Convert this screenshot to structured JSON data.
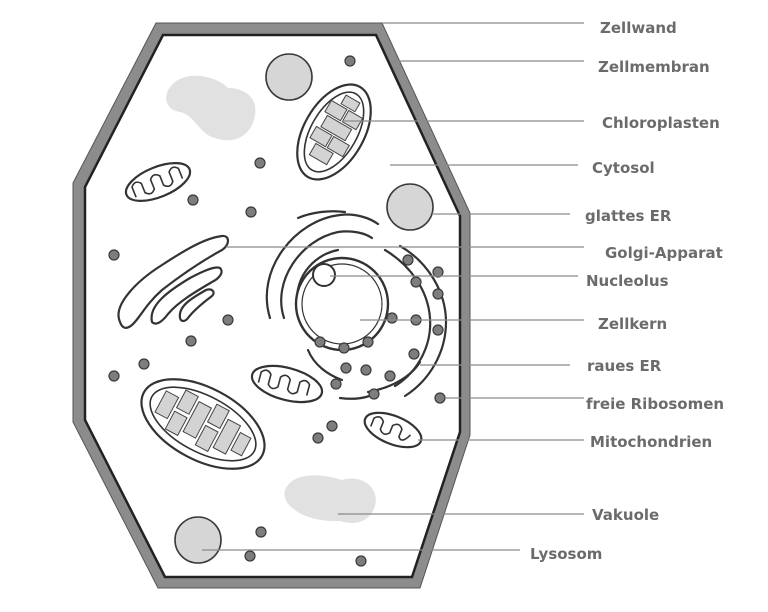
{
  "labels": {
    "zellwand": "Zellwand",
    "zellmembran": "Zellmembran",
    "chloroplasten": "Chloroplasten",
    "cytosol": "Cytosol",
    "glattes_er": "glattes ER",
    "golgi": "Golgi-Apparat",
    "nucleolus": "Nucleolus",
    "zellkern": "Zellkern",
    "raues_er": "raues ER",
    "freie_ribosomen": "freie Ribosomen",
    "mitochondrien": "Mitochondrien",
    "vakuole": "Vakuole",
    "lysosom": "Lysosom"
  },
  "colors": {
    "wall": "#8c8c8c",
    "outline": "#333333",
    "label": "#6b6b6b",
    "organelle_fill": "#d6d6d6",
    "ribosome": "#7d7d7d"
  }
}
